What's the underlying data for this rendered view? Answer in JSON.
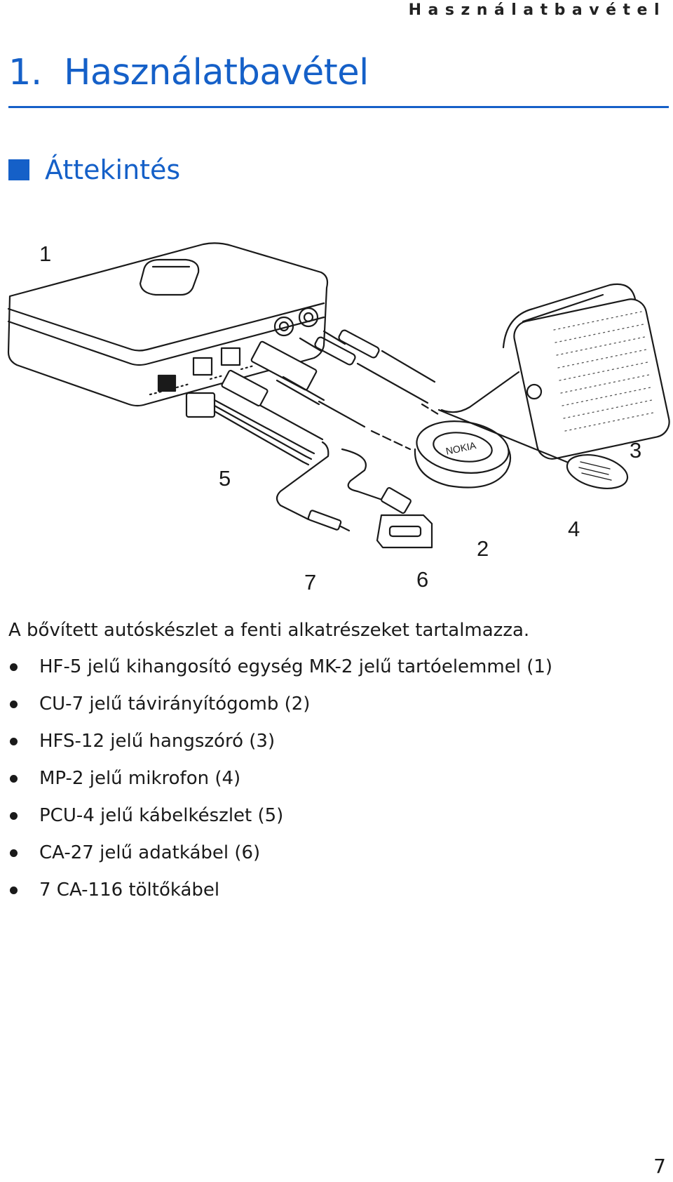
{
  "header": {
    "running_title": "Használatbavétel"
  },
  "chapter": {
    "title": "1.  Használatbavétel"
  },
  "section": {
    "title": "Áttekintés"
  },
  "figure": {
    "callouts": [
      "1",
      "2",
      "3",
      "4",
      "5",
      "6",
      "7"
    ]
  },
  "body": {
    "intro": "A bővített autóskészlet a fenti alkatrészeket tartalmazza.",
    "items": [
      "HF-5 jelű kihangosító egység MK-2 jelű tartóelemmel (1)",
      "CU-7 jelű távirányítógomb (2)",
      "HFS-12 jelű hangszóró (3)",
      "MP-2 jelű mikrofon (4)",
      "PCU-4 jelű kábelkészlet (5)",
      "CA-27 jelű adatkábel (6)",
      "7 CA-116 töltőkábel"
    ]
  },
  "footer": {
    "page_number": "7"
  },
  "colors": {
    "accent": "#1560c8",
    "text": "#1a1a1a"
  }
}
